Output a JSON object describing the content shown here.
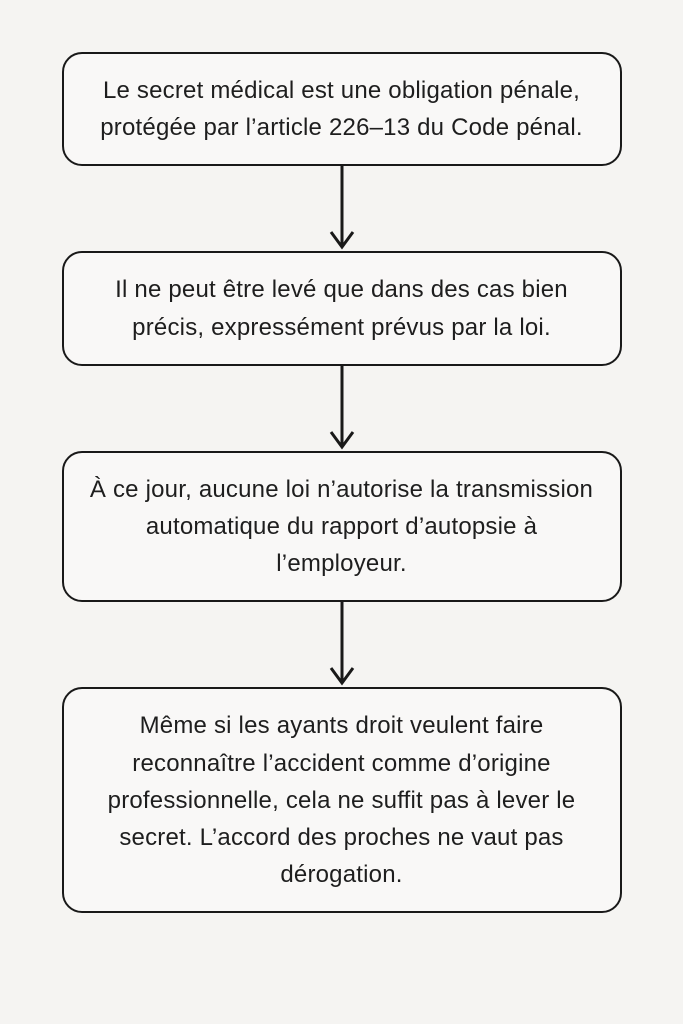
{
  "flowchart": {
    "type": "vertical-flow",
    "boxes": [
      {
        "id": "step-1",
        "text": "Le secret médical est une obligation pénale, protégée par l’article 226–13 du Code pénal."
      },
      {
        "id": "step-2",
        "text": "Il ne peut être levé que dans des cas bien précis, expressément prévus par la loi."
      },
      {
        "id": "step-3",
        "text": "À ce jour, aucune loi n’autorise la transmission automatique du rapport d’autopsie à l’employeur."
      },
      {
        "id": "step-4",
        "text": "Même si les ayants droit veulent faire reconnaître l’accident comme d’origine professionnelle, cela ne suffit pas à lever le secret. L’accord des proches ne vaut pas dérogation."
      }
    ],
    "connectors": [
      {
        "from": "step-1",
        "to": "step-2",
        "icon": "arrow-down-icon"
      },
      {
        "from": "step-2",
        "to": "step-3",
        "icon": "arrow-down-icon"
      },
      {
        "from": "step-3",
        "to": "step-4",
        "icon": "arrow-down-icon"
      }
    ],
    "colors": {
      "background": "#f5f4f2",
      "box_fill": "#f9f8f7",
      "border": "#191919",
      "text": "#1e1e1e",
      "arrow": "#191919"
    }
  }
}
